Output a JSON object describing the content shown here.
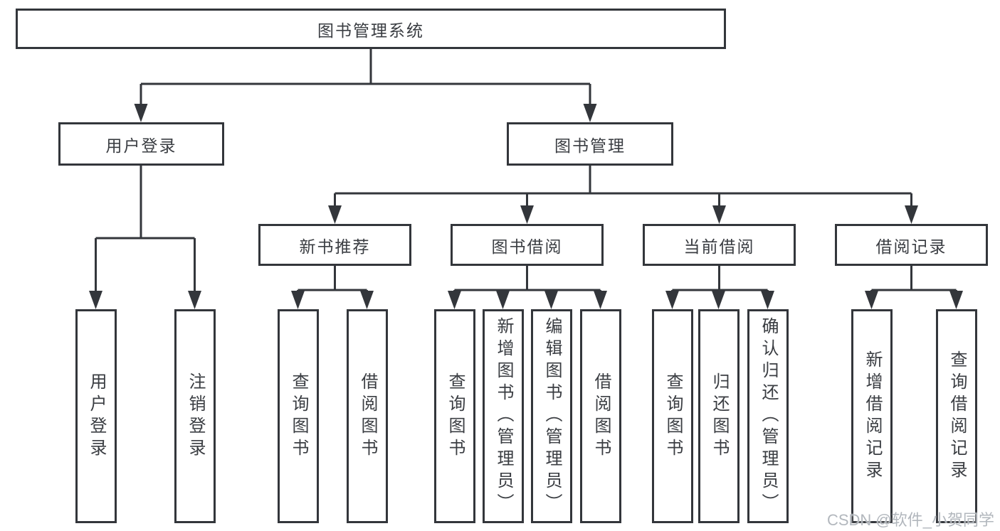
{
  "diagram_title": "图书管理系统",
  "tree": {
    "root": {
      "label": "图书管理系统"
    },
    "branches": [
      {
        "label": "用户登录",
        "leaves": [
          {
            "label": "用户登录"
          },
          {
            "label": "注销登录"
          }
        ]
      },
      {
        "label": "图书管理",
        "groups": [
          {
            "label": "新书推荐",
            "leaves": [
              {
                "label": "查询图书"
              },
              {
                "label": "借阅图书"
              }
            ]
          },
          {
            "label": "图书借阅",
            "leaves": [
              {
                "label": "查询图书"
              },
              {
                "label": "新增图书（管理员）"
              },
              {
                "label": "编辑图书（管理员）"
              },
              {
                "label": "借阅图书"
              }
            ]
          },
          {
            "label": "当前借阅",
            "leaves": [
              {
                "label": "查询图书"
              },
              {
                "label": "归还图书"
              },
              {
                "label": "确认归还（管理员）"
              }
            ]
          },
          {
            "label": "借阅记录",
            "leaves": [
              {
                "label": "新增借阅记录"
              },
              {
                "label": "查询借阅记录"
              }
            ]
          }
        ]
      }
    ]
  },
  "watermark": {
    "text": "CSDN @软件_小贺同学"
  },
  "colors": {
    "line": "#33363b",
    "box_border": "#33363b",
    "box_background": "#ffffff",
    "text": "#3a3d42",
    "watermark": "#aeb3b9",
    "page_background": "#ffffff"
  }
}
